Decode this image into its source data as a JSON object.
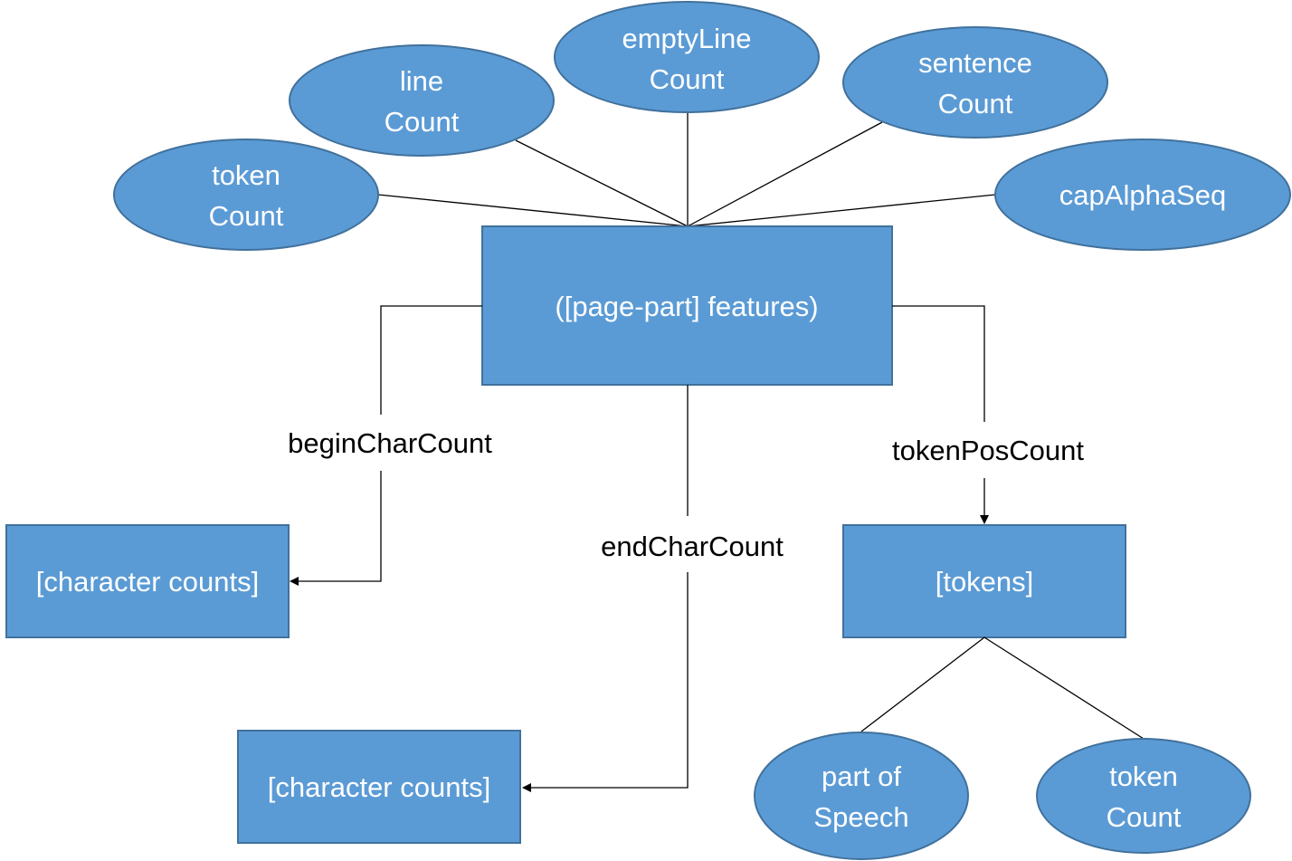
{
  "colors": {
    "node_fill": "#5b9bd5",
    "node_stroke": "#41719c",
    "line": "#000000",
    "node_text": "#ffffff"
  },
  "nodes": {
    "features": "([page-part] features)",
    "token_count_top": [
      "token",
      "Count"
    ],
    "line_count": [
      "line",
      "Count"
    ],
    "empty_line_count": [
      "emptyLine",
      "Count"
    ],
    "sentence_count": [
      "sentence",
      "Count"
    ],
    "cap_alpha_seq": "capAlphaSeq",
    "character_counts_begin": "[character counts]",
    "character_counts_end": "[character counts]",
    "tokens": "[tokens]",
    "part_of_speech": [
      "part of",
      "Speech"
    ],
    "token_count_bottom": [
      "token",
      "Count"
    ]
  },
  "edges": {
    "begin_char_count": "beginCharCount",
    "end_char_count": "endCharCount",
    "token_pos_count": "tokenPosCount"
  }
}
